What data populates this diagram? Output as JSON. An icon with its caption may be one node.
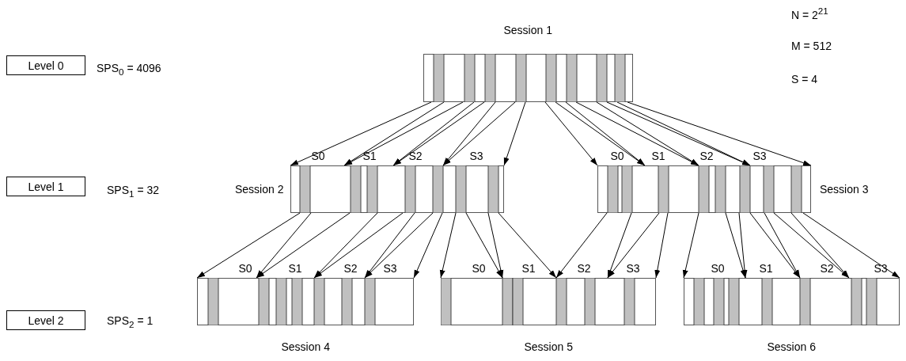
{
  "diagram": {
    "nodes": [
      {
        "text": [
          "Session 1"
        ]
      },
      {
        "text": [
          "Level 0"
        ]
      },
      {
        "text": [
          "Level 1"
        ]
      },
      {
        "text": [
          "Session 2"
        ]
      },
      {
        "text": [
          "Session 3"
        ]
      },
      {
        "text": [
          "Level 2"
        ]
      },
      {
        "text": [
          "Session 4"
        ]
      },
      {
        "text": [
          "Session 5"
        ]
      },
      {
        "text": [
          "Session 6"
        ]
      }
    ],
    "edges": [
      {
        "from": 0,
        "to": 3,
        "arrow": "to"
      },
      {
        "from": 0,
        "to": 3,
        "arrow": "to"
      },
      {
        "from": 0,
        "to": 3,
        "arrow": "to"
      },
      {
        "from": 0,
        "to": 3,
        "arrow": "to"
      },
      {
        "from": 0,
        "to": 3,
        "arrow": "to"
      },
      {
        "from": 0,
        "to": 3,
        "arrow": "to"
      },
      {
        "from": 0,
        "to": 3,
        "arrow": "to"
      },
      {
        "from": 0,
        "to": 3,
        "arrow": "to"
      },
      {
        "from": 0,
        "to": 4,
        "arrow": "to"
      },
      {
        "from": 0,
        "to": 4,
        "arrow": "to"
      },
      {
        "from": 0,
        "to": 4,
        "arrow": "to"
      },
      {
        "from": 0,
        "to": 4,
        "arrow": "to"
      },
      {
        "from": 0,
        "to": 4,
        "arrow": "to"
      },
      {
        "from": 0,
        "to": 4,
        "arrow": "to"
      },
      {
        "from": 0,
        "to": 4,
        "arrow": "to"
      },
      {
        "from": 0,
        "to": 4,
        "arrow": "to"
      },
      {
        "from": 3,
        "to": 6,
        "arrow": "to"
      },
      {
        "from": 3,
        "to": 6,
        "arrow": "to"
      },
      {
        "from": 3,
        "to": 6,
        "arrow": "to"
      },
      {
        "from": 3,
        "to": 6,
        "arrow": "to"
      },
      {
        "from": 3,
        "to": 6,
        "arrow": "to"
      },
      {
        "from": 3,
        "to": 6,
        "arrow": "to"
      },
      {
        "from": 3,
        "to": 6,
        "arrow": "to"
      },
      {
        "from": 3,
        "to": 6,
        "arrow": "to"
      },
      {
        "from": 3,
        "to": 7,
        "arrow": "to"
      },
      {
        "from": 3,
        "to": 7,
        "arrow": "to"
      },
      {
        "from": 3,
        "to": 7,
        "arrow": "to"
      },
      {
        "from": 3,
        "to": 7,
        "arrow": "to"
      },
      {
        "from": 4,
        "to": 7,
        "arrow": "to"
      },
      {
        "from": 4,
        "to": 7,
        "arrow": "to"
      },
      {
        "from": 4,
        "to": 7,
        "arrow": "to"
      },
      {
        "from": 4,
        "to": 7,
        "arrow": "to"
      },
      {
        "from": 4,
        "to": 8,
        "arrow": "to"
      },
      {
        "from": 4,
        "to": 8,
        "arrow": "to"
      },
      {
        "from": 4,
        "to": 8,
        "arrow": "to"
      },
      {
        "from": 4,
        "to": 8,
        "arrow": "to"
      },
      {
        "from": 4,
        "to": 8,
        "arrow": "to"
      },
      {
        "from": 4,
        "to": 8,
        "arrow": "to"
      },
      {
        "from": 4,
        "to": 8,
        "arrow": "to"
      },
      {
        "from": 4,
        "to": 8,
        "arrow": "to"
      }
    ],
    "labels": [
      "N = 2$^{21}$",
      "M = 512",
      "SPS$_{0}$ = 4096",
      "S = 4",
      "S0",
      "S1",
      "S2",
      "S3",
      "S0",
      "S1",
      "S2",
      "S3",
      "SPS$_{1}$ = 32",
      "S0",
      "S1",
      "S2",
      "S3",
      "S0",
      "S1",
      "S2",
      "S3",
      "S0",
      "S1",
      "S2",
      "S3",
      "SPS$_{2}$ = 1"
    ]
  }
}
